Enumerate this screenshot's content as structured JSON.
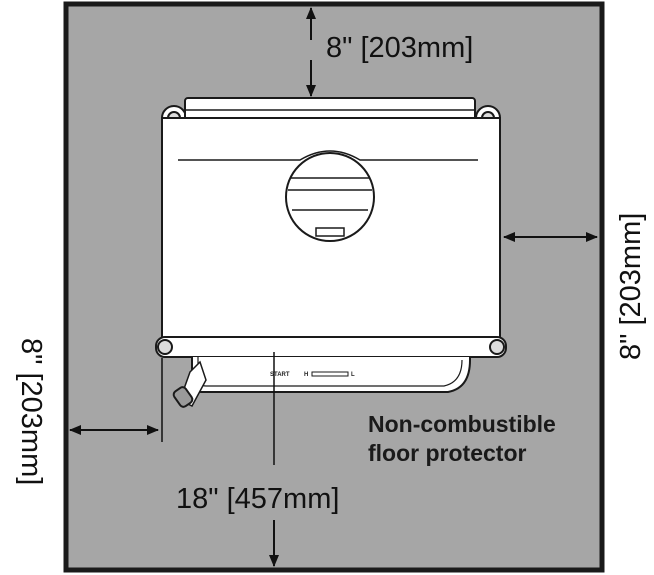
{
  "labels": {
    "top_clearance": "8\" [203mm]",
    "right_clearance": "8\" [203mm]",
    "left_clearance": "8\" [203mm]",
    "front_clearance": "18\" [457mm]",
    "floor_protector_line1": "Non-combustible",
    "floor_protector_line2": "floor protector",
    "control_start": "START",
    "control_h": "H",
    "control_l": "L"
  },
  "colors": {
    "floor_protector": "#a6a6a6",
    "stove_body": "#ffffff",
    "outline": "#1a1a1a"
  }
}
